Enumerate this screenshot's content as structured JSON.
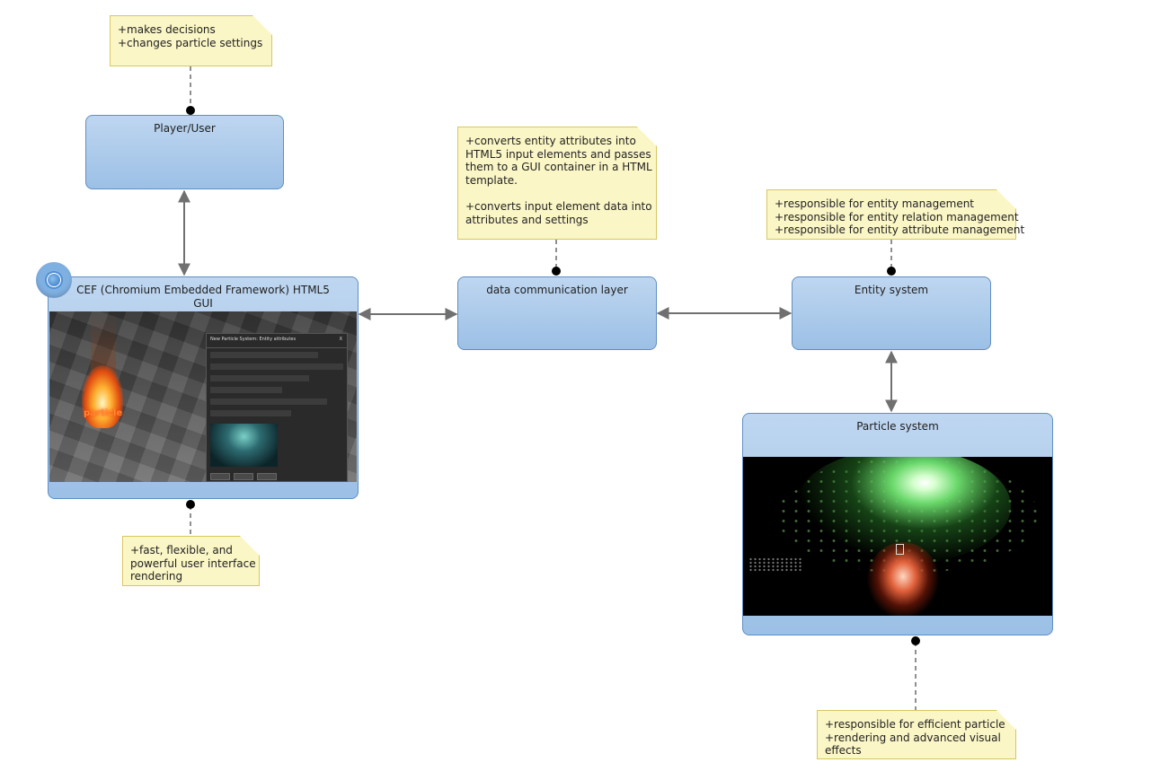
{
  "notes": {
    "player": {
      "lines": [
        "+makes decisions",
        "+changes particle settings"
      ]
    },
    "datalayer": {
      "lines": [
        "+converts entity attributes into",
        "HTML5 input elements and passes",
        "them to a GUI container in a HTML",
        "template.",
        "",
        "+converts input element data into",
        "attributes and settings"
      ]
    },
    "entity": {
      "lines": [
        "+responsible for entity management",
        "+responsible for entity relation management",
        "+responsible for entity attribute management"
      ]
    },
    "cef": {
      "lines": [
        "+fast, flexible, and",
        "powerful user interface",
        "rendering"
      ]
    },
    "particle": {
      "lines": [
        "+responsible for efficient particle",
        "+rendering and advanced visual",
        "effects"
      ]
    }
  },
  "boxes": {
    "player": {
      "title": "Player/User"
    },
    "cef": {
      "title_line1": "CEF (Chromium Embedded Framework) HTML5",
      "title_line2": "GUI"
    },
    "datalayer": {
      "title": "data communication layer"
    },
    "entity": {
      "title": "Entity system"
    },
    "particle": {
      "title": "Particle system"
    }
  },
  "cef_screenshot": {
    "dialog_title": "New Particle System: Entity attributes",
    "dialog_close": "X",
    "fire_label": "particle"
  },
  "icons": {
    "chrome": "chromium-logo-icon"
  },
  "colors": {
    "note_fill": "#fbf6c6",
    "note_border": "#d8c760",
    "box_fill_top": "#bed6f0",
    "box_fill_bottom": "#9cc0e6",
    "box_border": "#5f8fc4",
    "connector": "#707070"
  }
}
